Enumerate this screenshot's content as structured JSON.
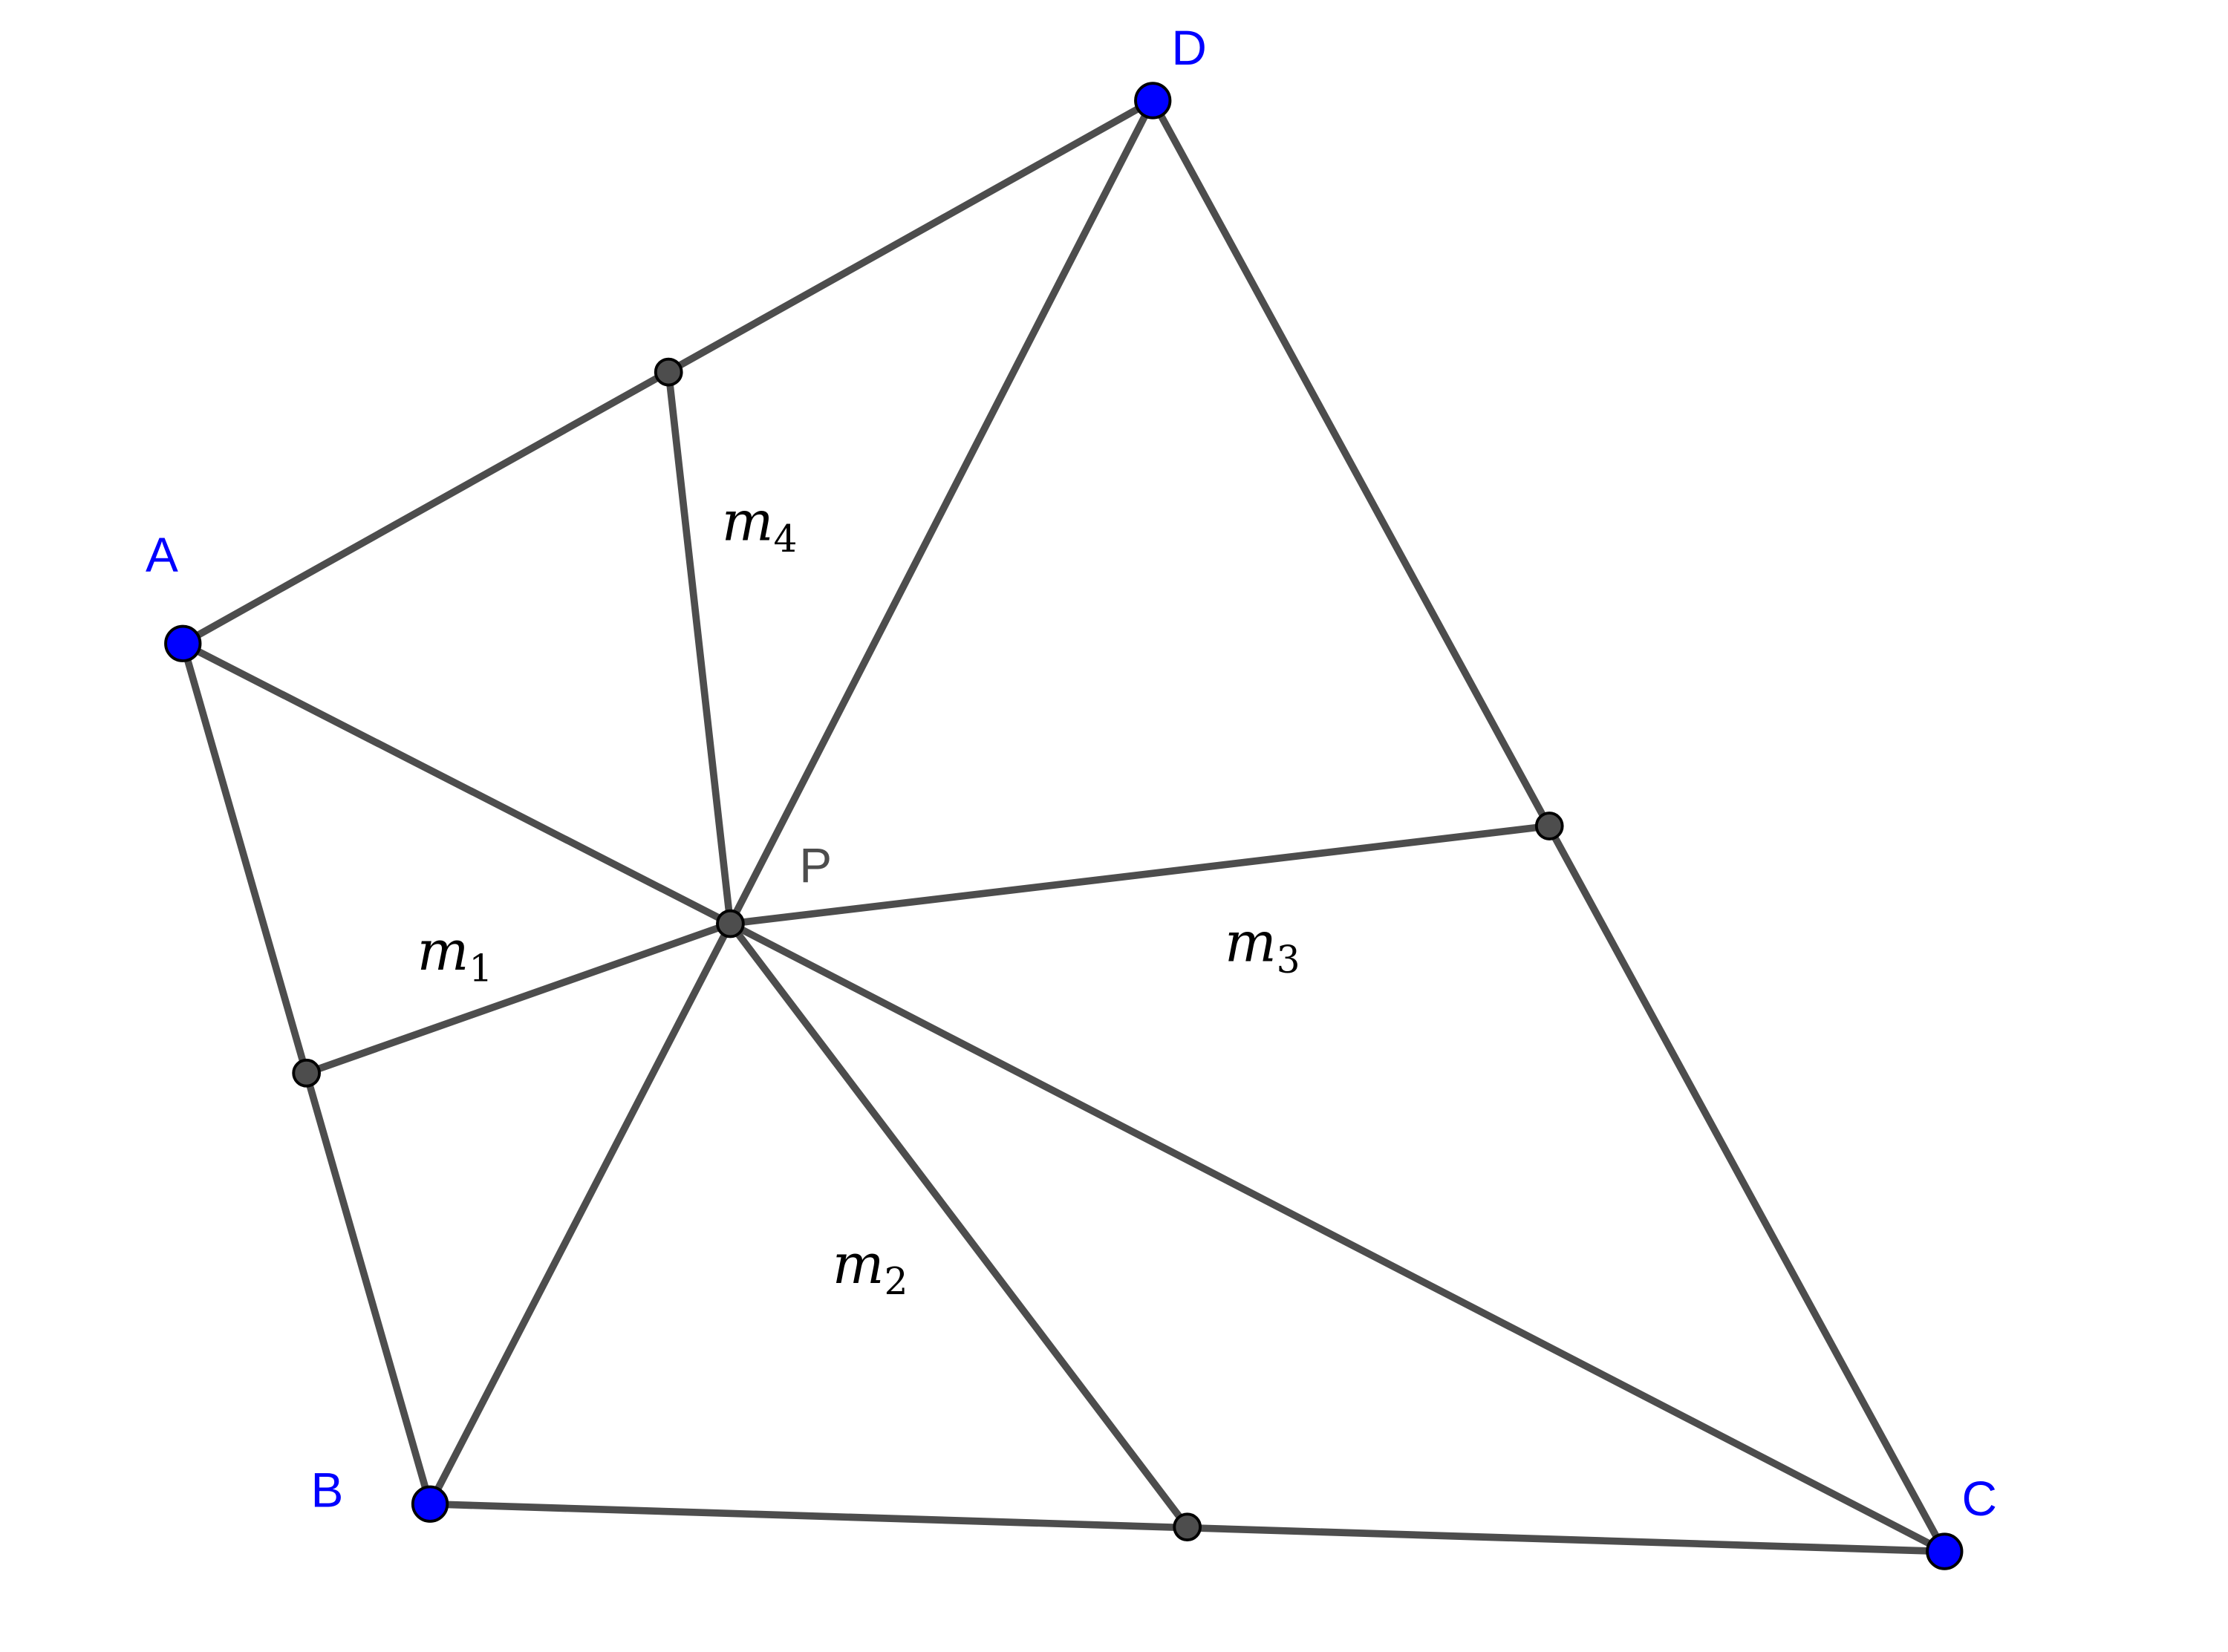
{
  "points": {
    "A": "A",
    "B": "B",
    "C": "C",
    "D": "D",
    "P": "P"
  },
  "regions": [
    {
      "var": "m",
      "sub": "1"
    },
    {
      "var": "m",
      "sub": "2"
    },
    {
      "var": "m",
      "sub": "3"
    },
    {
      "var": "m",
      "sub": "4"
    }
  ],
  "colors": {
    "vertex": "#0000ff",
    "segment": "#4d4d4d",
    "midpoint": "#4d4d4d"
  }
}
